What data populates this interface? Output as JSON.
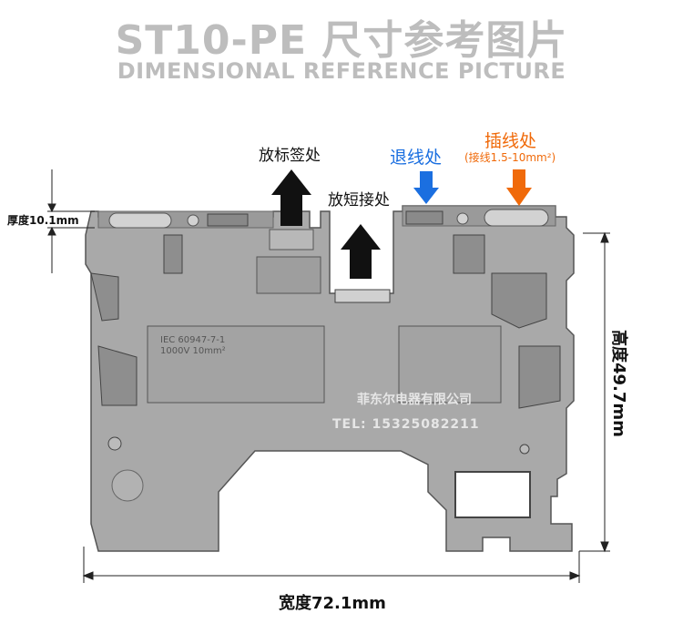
{
  "title": "ST10-PE 尺寸参考图片",
  "subtitle": "DIMENSIONAL REFERENCE PICTURE",
  "labels": {
    "label_position": "放标签处",
    "short_position": "放短接处",
    "release_position": "退线处",
    "insert_position": "插线处",
    "insert_note": "(接线1.5-10mm²)"
  },
  "dimensions": {
    "thickness": "厚度10.1mm",
    "height": "高度49.7mm",
    "width": "宽度72.1mm"
  },
  "part_markings": {
    "standard": "IEC 60947-7-1",
    "rating": "1000V  10mm²"
  },
  "watermark": {
    "company": "菲东尔电器有限公司",
    "tel": "TEL: 15325082211"
  },
  "colors": {
    "blue_arrow": "#1b6fe0",
    "orange_arrow": "#f06a0a",
    "black_arrow": "#111111",
    "part_fill": "#a9a9a9",
    "title_gray": "#bdbdbd"
  }
}
